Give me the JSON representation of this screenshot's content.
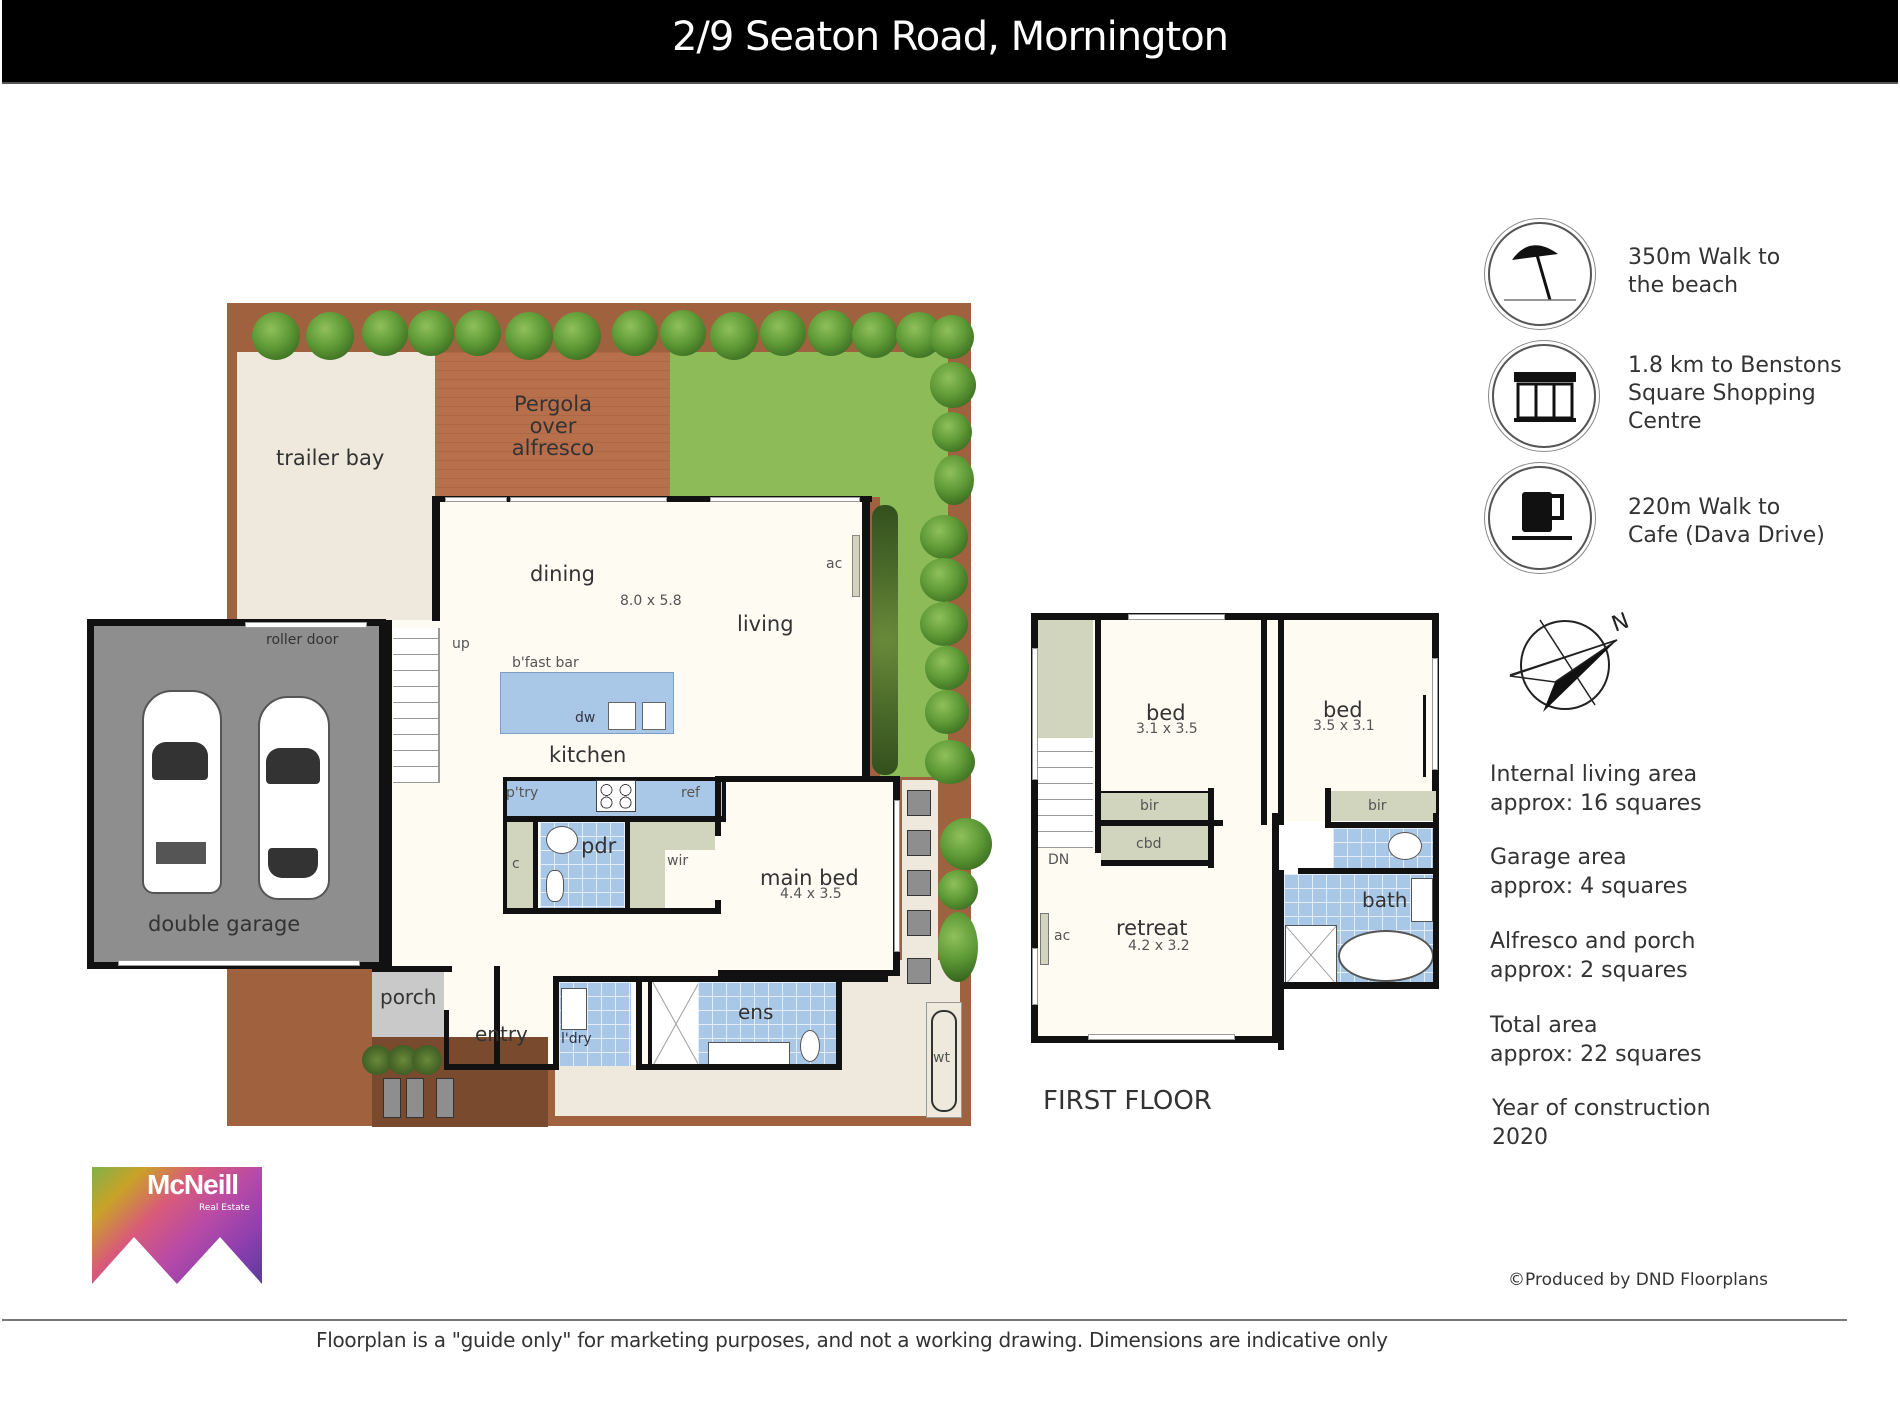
{
  "header": {
    "title": "2/9 Seaton Road, Mornington"
  },
  "ground_floor": {
    "rooms": {
      "trailer_bay": "trailer bay",
      "pergola": [
        "Pergola",
        "over",
        "alfresco"
      ],
      "dining": "dining",
      "living_dims": "8.0 x 5.8",
      "living": "living",
      "ac": "ac",
      "roller_door": "roller door",
      "up": "up",
      "bfast_bar": "b'fast bar",
      "dw": "dw",
      "kitchen": "kitchen",
      "pantry": "p'try",
      "ref": "ref",
      "cupboard": "c",
      "powder": "pdr",
      "wir": "wir",
      "main_bed": "main bed",
      "main_bed_dims": "4.4 x 3.5",
      "double_garage": "double garage",
      "porch": "porch",
      "entry": "entry",
      "laundry": "l'dry",
      "ensuite": "ens",
      "water_tank": "wt"
    }
  },
  "first_floor": {
    "label": "FIRST FLOOR",
    "rooms": {
      "bed1": "bed",
      "bed1_dims": "3.1 x 3.5",
      "bed2": "bed",
      "bed2_dims": "3.5 x 3.1",
      "bir1": "bir",
      "bir2": "bir",
      "cbd": "cbd",
      "dn": "DN",
      "ac": "ac",
      "retreat": "retreat",
      "retreat_dims": "4.2 x 3.2",
      "bath": "bath"
    }
  },
  "amenities": [
    {
      "icon": "beach-umbrella-icon",
      "line1": "350m Walk to",
      "line2": "the beach",
      "line3": ""
    },
    {
      "icon": "store-icon",
      "line1": "1.8 km to Benstons",
      "line2": "Square Shopping",
      "line3": "Centre"
    },
    {
      "icon": "coffee-cup-icon",
      "line1": "220m Walk to",
      "line2": "Cafe (Dava Drive)",
      "line3": ""
    }
  ],
  "compass": {
    "label": "N"
  },
  "areas": [
    {
      "line1": "Internal living area",
      "line2": "approx: 16 squares"
    },
    {
      "line1": "Garage area",
      "line2": "approx: 4 squares"
    },
    {
      "line1": "Alfresco and porch",
      "line2": "approx: 2 squares"
    },
    {
      "line1": "Total area",
      "line2": "approx: 22 squares"
    },
    {
      "line1": "Year of construction",
      "line2": "2020"
    }
  ],
  "logo": {
    "name": "McNeill",
    "subtitle": "Real Estate"
  },
  "credit": "©Produced by DND Floorplans",
  "footer": {
    "disclaimer": "Floorplan is a  \"guide only\" for marketing purposes, and not a working drawing.  Dimensions are indicative only"
  },
  "colors": {
    "wall": "#111111",
    "floor": "#fdfbf2",
    "tile_blue": "#a9c8e8",
    "lawn": "#8dbb57",
    "deck": "#b86f4b",
    "boundary": "#a0613e",
    "garage": "#8e8e8e",
    "joinery": "#d1d5bd"
  }
}
